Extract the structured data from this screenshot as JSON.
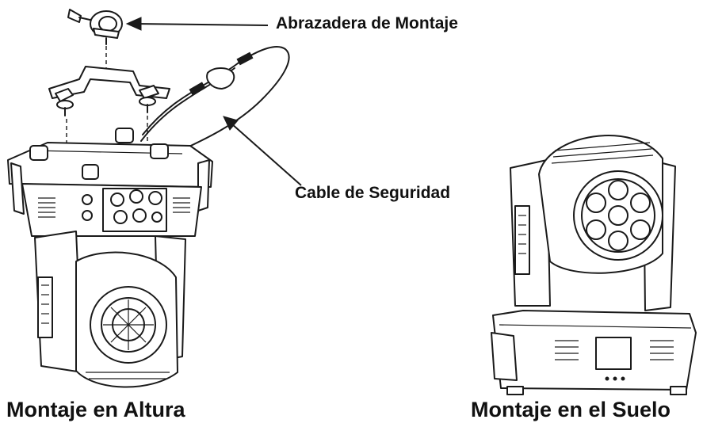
{
  "labels": {
    "clamp": "Abrazadera de Montaje",
    "safety_cable": "Cable de Seguridad",
    "truss_mount": "Montaje en Altura",
    "floor_mount": "Montaje en el Suelo"
  },
  "colors": {
    "line": "#1a1a1a",
    "text": "#111111",
    "background": "#ffffff"
  }
}
